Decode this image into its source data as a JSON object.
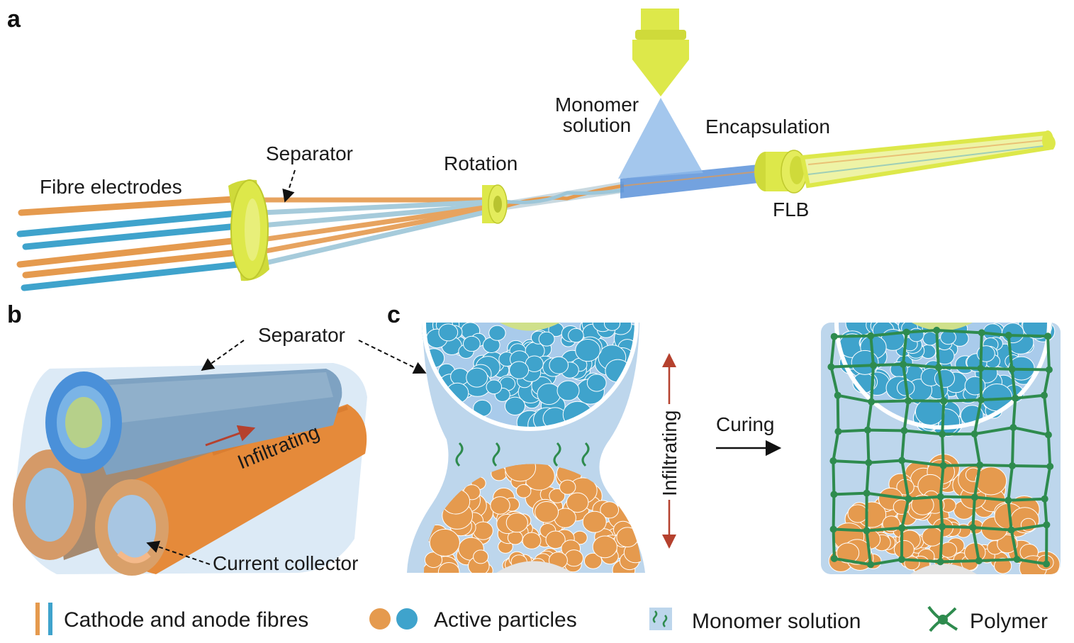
{
  "panels": {
    "a": "a",
    "b": "b",
    "c": "c"
  },
  "panel_a": {
    "fibre_electrodes": "Fibre electrodes",
    "separator": "Separator",
    "rotation": "Rotation",
    "monomer_line1": "Monomer",
    "monomer_line2": "solution",
    "encapsulation": "Encapsulation",
    "flb": "FLB"
  },
  "panel_b": {
    "separator": "Separator",
    "infiltrating": "Infiltrating",
    "current_collector": "Current collector"
  },
  "panel_c": {
    "infiltrating": "Infiltrating",
    "curing": "Curing"
  },
  "legend": {
    "fibres": "Cathode and anode fibres",
    "particles": "Active particles",
    "monomer": "Monomer solution",
    "polymer": "Polymer"
  },
  "colors": {
    "cathode": "#E59A4E",
    "anode": "#3FA3CC",
    "device": "#DDE84A",
    "monomer_fill": "#A9CBEB",
    "polymer": "#2E8B4E",
    "arrow_red": "#B5412E"
  }
}
